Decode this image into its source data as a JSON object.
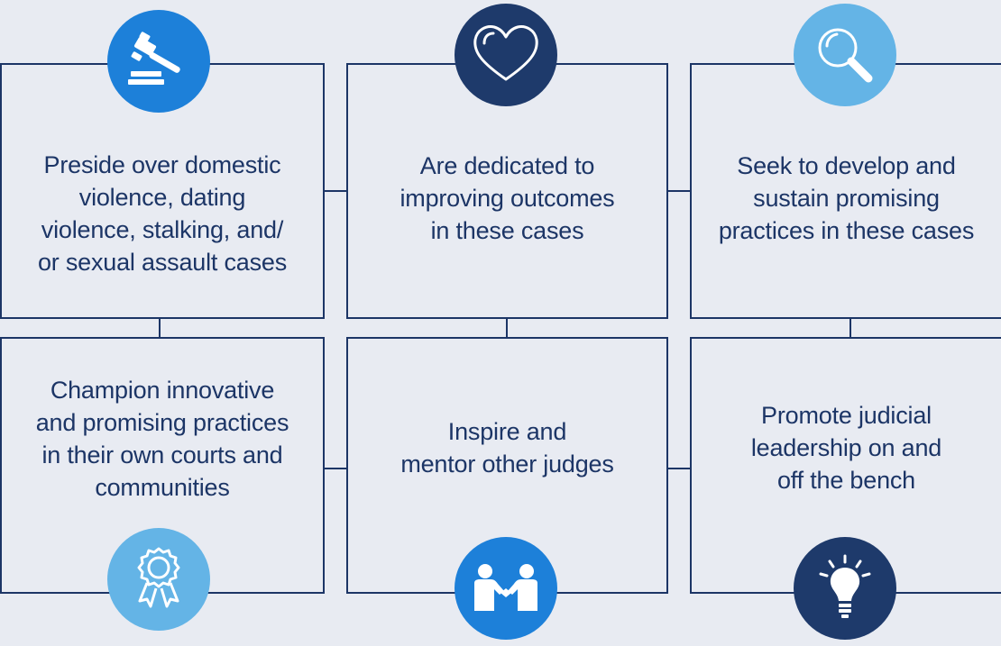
{
  "colors": {
    "background": "#e8ebf2",
    "line": "#1c3566",
    "text": "#1c3566",
    "blue": "#1d80d9",
    "navy": "#1e3a6b",
    "light_blue": "#64b4e6"
  },
  "cards": [
    {
      "text": "Preside over domestic\nviolence, dating\nviolence, stalking, and/\nor sexual assault cases",
      "icon": "gavel-icon",
      "icon_color": "#1d80d9"
    },
    {
      "text": "Are dedicated to\nimproving outcomes\nin these cases",
      "icon": "heart-icon",
      "icon_color": "#1e3a6b"
    },
    {
      "text": "Seek to develop and\nsustain promising\npractices in these cases",
      "icon": "magnifying-glass-icon",
      "icon_color": "#64b4e6"
    },
    {
      "text": "Champion innovative\nand promising practices\nin their own courts and\ncommunities",
      "icon": "award-ribbon-icon",
      "icon_color": "#64b4e6"
    },
    {
      "text": "Inspire and\nmentor other judges",
      "icon": "handshake-icon",
      "icon_color": "#1d80d9"
    },
    {
      "text": "Promote judicial\nleadership on and\noff the bench",
      "icon": "lightbulb-icon",
      "icon_color": "#1e3a6b"
    }
  ]
}
